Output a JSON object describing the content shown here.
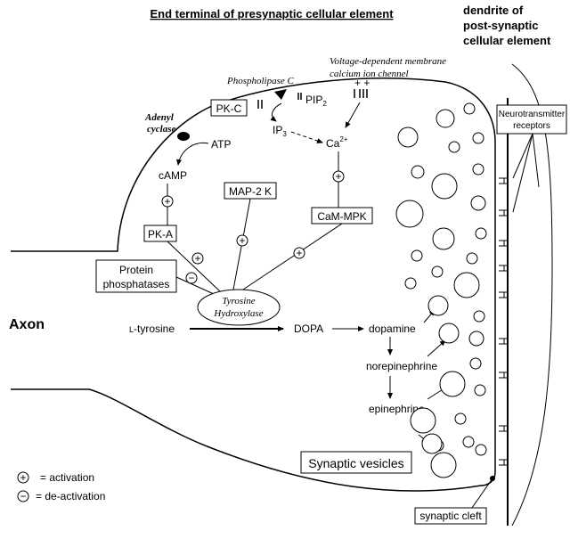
{
  "header": {
    "title": "End terminal of presynaptic cellular element",
    "dendrite_line1": "dendrite of",
    "dendrite_line2": "post-synaptic",
    "dendrite_line3": "cellular element"
  },
  "enzymes": {
    "voltage_line1": "Voltage-dependent membrane",
    "voltage_line2": "calcium ion chennel",
    "phospholipase": "Phospholipase C",
    "adenyl_line1": "Adenyl",
    "adenyl_line2": "cyclase",
    "tyrosine_line1": "Tyrosine",
    "tyrosine_line2": "Hydroxylase"
  },
  "boxes": {
    "pkc": "PK-C",
    "pka": "PK-A",
    "map2k": "MAP-2 K",
    "cam_mpk": "CaM-MPK",
    "protein_line1": "Protein",
    "protein_line2": "phosphatases",
    "receptors_line1": "Neurotransmitter",
    "receptors_line2": "receptors",
    "synaptic_vesicles": "Synaptic vesicles",
    "synaptic_cleft": "synaptic cleft"
  },
  "molecules": {
    "pip": "PIP",
    "pip_sub": "2",
    "ip": "IP",
    "ip_sub": "3",
    "ca": "Ca",
    "ca_sup": "2+",
    "atp": "ATP",
    "camp": "cAMP",
    "l_prefix": "L",
    "l_tyrosine": "-tyrosine",
    "dopa": "DOPA",
    "dopamine": "dopamine",
    "norepinephrine": "norepinephrine",
    "epinephrine": "epinephrine"
  },
  "labels": {
    "axon": "Axon",
    "channel_plus": "+ +"
  },
  "legend": {
    "activation": "= activation",
    "deactivation": "= de-activation"
  },
  "symbols": {
    "plus": "+",
    "minus": "−"
  }
}
